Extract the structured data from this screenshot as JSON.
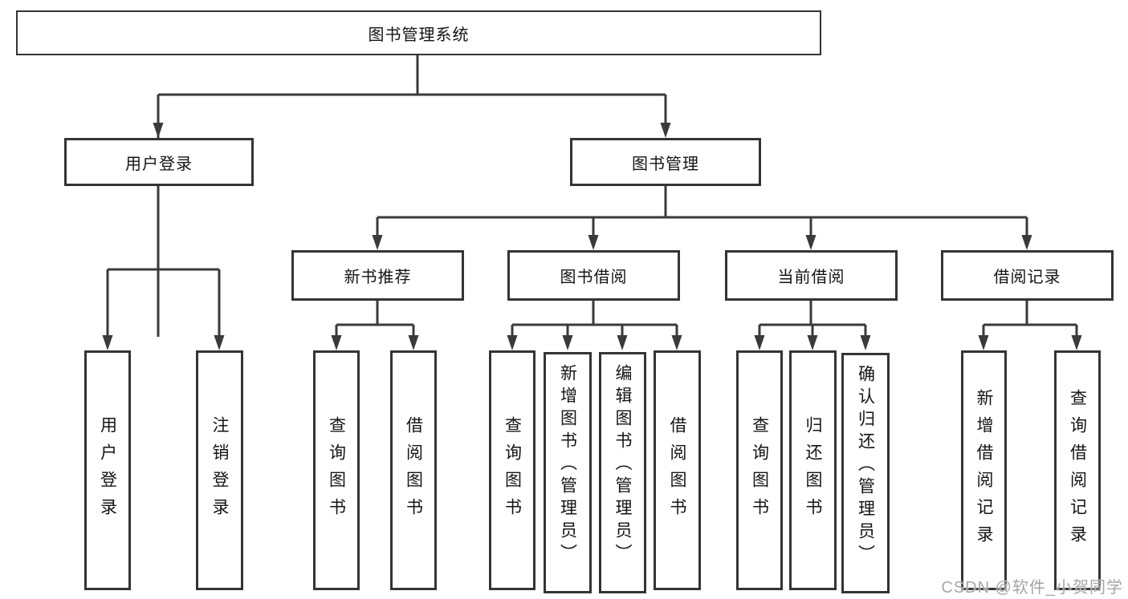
{
  "diagram_type": "hierarchy-tree",
  "colors": {
    "line": "#3a3a3a",
    "box_border": "#343434",
    "text": "#141414",
    "watermark": "#a6a6a6",
    "background": "#ffffff"
  },
  "tree": {
    "root": {
      "label": "图书管理系统"
    },
    "branches": [
      {
        "label": "用户登录",
        "children": [
          {
            "label": "用户登录"
          },
          {
            "label": "注销登录"
          }
        ]
      },
      {
        "label": "图书管理",
        "children": [
          {
            "label": "新书推荐",
            "children": [
              {
                "label": "查询图书"
              },
              {
                "label": "借阅图书"
              }
            ]
          },
          {
            "label": "图书借阅",
            "children": [
              {
                "label": "查询图书"
              },
              {
                "label": "新增图书（管理员）"
              },
              {
                "label": "编辑图书（管理员）"
              },
              {
                "label": "借阅图书"
              }
            ]
          },
          {
            "label": "当前借阅",
            "children": [
              {
                "label": "查询图书"
              },
              {
                "label": "归还图书"
              },
              {
                "label": "确认归还（管理员）"
              }
            ]
          },
          {
            "label": "借阅记录",
            "children": [
              {
                "label": "新增借阅记录"
              },
              {
                "label": "查询借阅记录"
              }
            ]
          }
        ]
      }
    ]
  },
  "watermark": {
    "text": "CSDN @软件_小贺同学"
  }
}
